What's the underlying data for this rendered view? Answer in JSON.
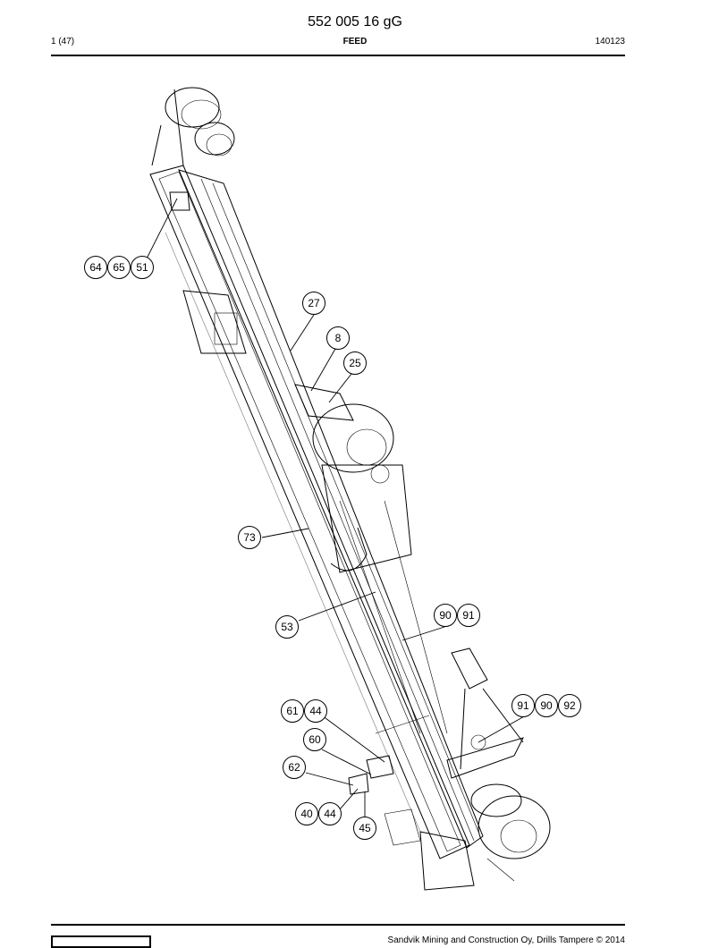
{
  "header": {
    "doc_number": "552 005 16 gG",
    "page": "1 (47)",
    "section": "FEED",
    "date_code": "140123"
  },
  "footer": {
    "copyright": "Sandvik Mining and Construction Oy, Drills Tampere © 2014"
  },
  "callouts": [
    {
      "id": "c64",
      "label": "64"
    },
    {
      "id": "c65",
      "label": "65"
    },
    {
      "id": "c51",
      "label": "51"
    },
    {
      "id": "c27",
      "label": "27"
    },
    {
      "id": "c8",
      "label": "8"
    },
    {
      "id": "c25",
      "label": "25"
    },
    {
      "id": "c73",
      "label": "73"
    },
    {
      "id": "c90a",
      "label": "90"
    },
    {
      "id": "c91a",
      "label": "91"
    },
    {
      "id": "c53",
      "label": "53"
    },
    {
      "id": "c91b",
      "label": "91"
    },
    {
      "id": "c90b",
      "label": "90"
    },
    {
      "id": "c92",
      "label": "92"
    },
    {
      "id": "c61",
      "label": "61"
    },
    {
      "id": "c44a",
      "label": "44"
    },
    {
      "id": "c60",
      "label": "60"
    },
    {
      "id": "c62",
      "label": "62"
    },
    {
      "id": "c40",
      "label": "40"
    },
    {
      "id": "c44b",
      "label": "44"
    },
    {
      "id": "c45",
      "label": "45"
    }
  ]
}
